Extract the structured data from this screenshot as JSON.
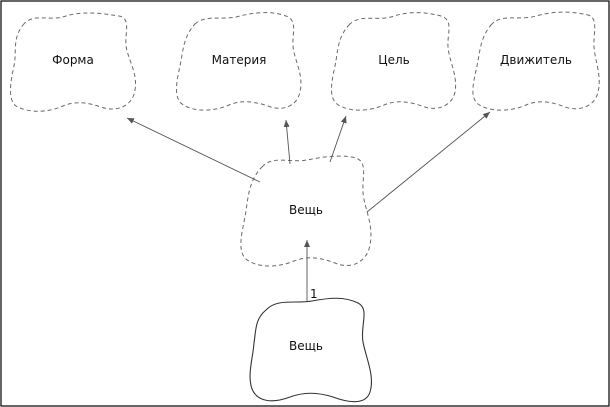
{
  "diagram": {
    "nodes": {
      "forma": "Форма",
      "materiya": "Материя",
      "tsel": "Цель",
      "dvizhitel": "Движитель",
      "veshch_ideal": "Вещь",
      "veshch_real": "Вещь"
    },
    "multiplicity": "1"
  }
}
